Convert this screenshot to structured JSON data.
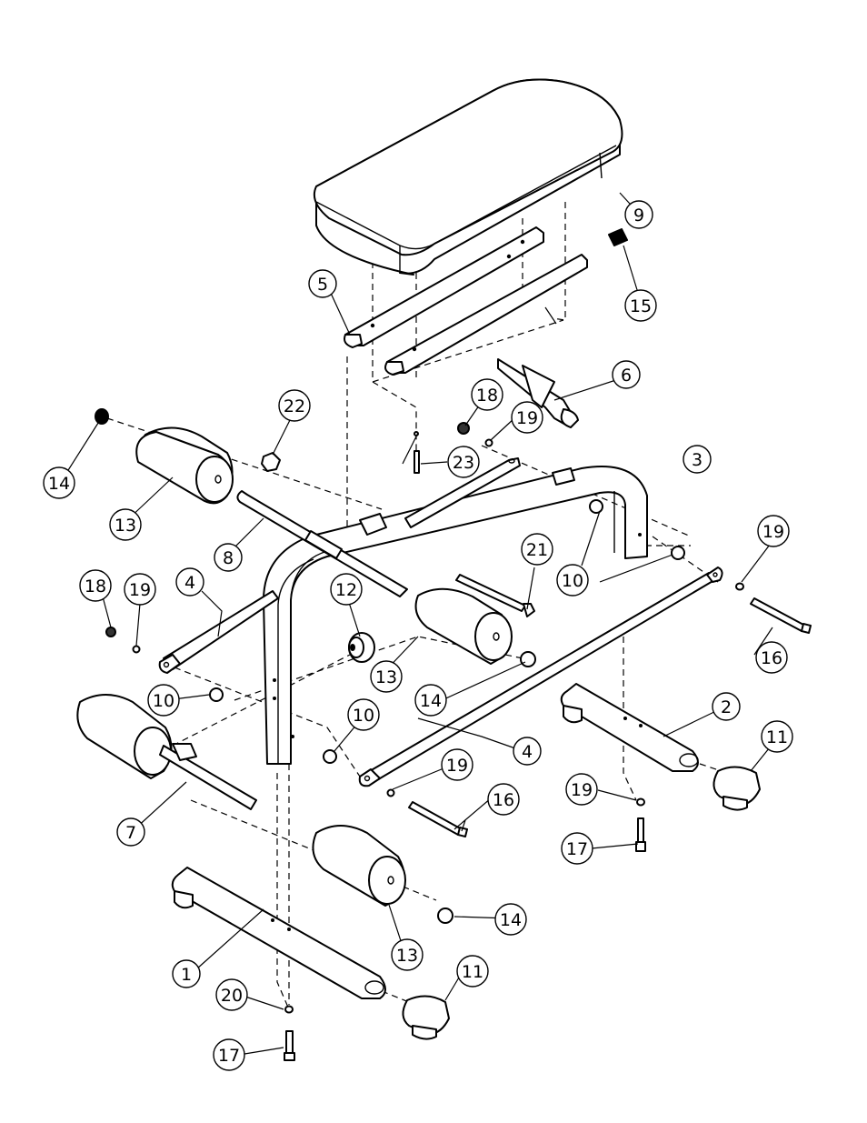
{
  "diagram": {
    "callouts": [
      {
        "label": "1",
        "part": "frame-1"
      },
      {
        "label": "2",
        "part": "frame-2"
      },
      {
        "label": "3",
        "part": "main-frame"
      },
      {
        "label": "4",
        "part": "rod-4"
      },
      {
        "label": "4",
        "part": "rod-4"
      },
      {
        "label": "5",
        "part": "seat-bracket"
      },
      {
        "label": "6",
        "part": "seat-support"
      },
      {
        "label": "7",
        "part": "lower-shaft"
      },
      {
        "label": "8",
        "part": "upper-shaft"
      },
      {
        "label": "9",
        "part": "seat-pad"
      },
      {
        "label": "10",
        "part": "bushing"
      },
      {
        "label": "10",
        "part": "bushing"
      },
      {
        "label": "10",
        "part": "bushing"
      },
      {
        "label": "11",
        "part": "end-cap"
      },
      {
        "label": "11",
        "part": "end-cap"
      },
      {
        "label": "12",
        "part": "knob"
      },
      {
        "label": "13",
        "part": "foam-roller"
      },
      {
        "label": "13",
        "part": "foam-roller"
      },
      {
        "label": "13",
        "part": "foam-roller"
      },
      {
        "label": "14",
        "part": "roller-cap"
      },
      {
        "label": "14",
        "part": "roller-cap"
      },
      {
        "label": "14",
        "part": "roller-cap"
      },
      {
        "label": "15",
        "part": "square-cap"
      },
      {
        "label": "16",
        "part": "long-bolt"
      },
      {
        "label": "16",
        "part": "long-bolt"
      },
      {
        "label": "17",
        "part": "bolt"
      },
      {
        "label": "17",
        "part": "bolt"
      },
      {
        "label": "18",
        "part": "nut"
      },
      {
        "label": "18",
        "part": "nut"
      },
      {
        "label": "19",
        "part": "washer"
      },
      {
        "label": "19",
        "part": "washer"
      },
      {
        "label": "19",
        "part": "washer"
      },
      {
        "label": "19",
        "part": "washer"
      },
      {
        "label": "19",
        "part": "washer"
      },
      {
        "label": "20",
        "part": "bolt"
      },
      {
        "label": "21",
        "part": "nut"
      },
      {
        "label": "22",
        "part": "screw"
      },
      {
        "label": "23",
        "part": "washer"
      }
    ]
  }
}
